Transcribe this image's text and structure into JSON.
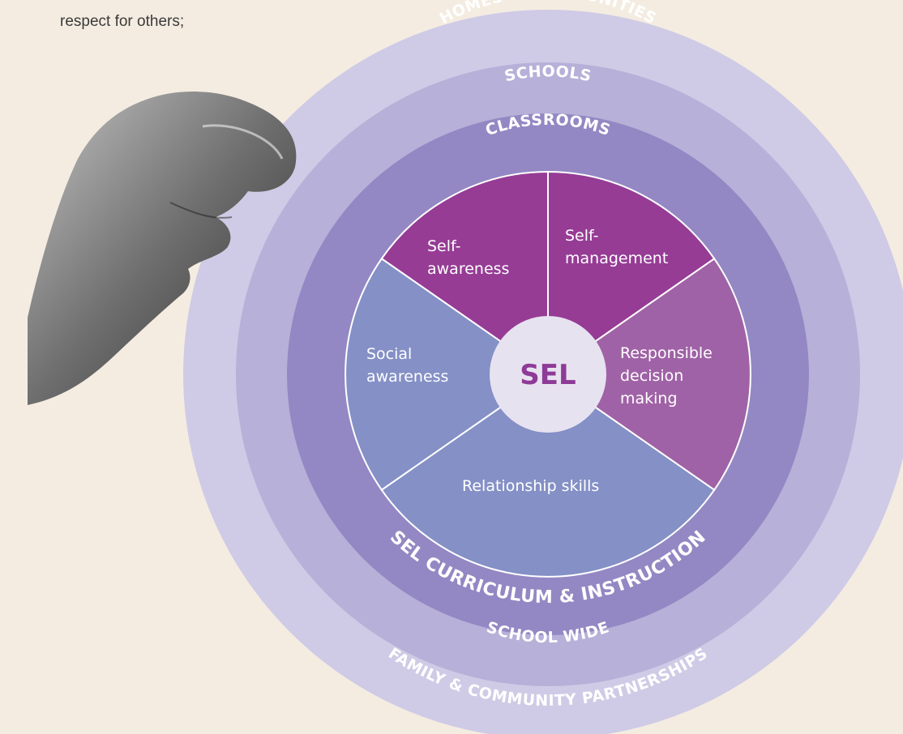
{
  "intro_fragment": "respect for others;",
  "rings": {
    "outer_top": "HOMES & COMMUNITIES",
    "outer_bottom": "FAMILY & COMMUNITY PARTNERSHIPS",
    "middle_top": "SCHOOLS",
    "middle_bottom": "SCHOOL WIDE",
    "inner_top": "CLASSROOMS",
    "inner_bottom": "SEL CURRICULUM & INSTRUCTION"
  },
  "center": {
    "label": "SEL"
  },
  "segments": {
    "self_awareness": [
      "Self-",
      "awareness"
    ],
    "self_management": [
      "Self-",
      "management"
    ],
    "responsible_decision": [
      "Responsible",
      "decision",
      "making"
    ],
    "relationship": [
      "Relationship skills"
    ],
    "social_awareness": [
      "Social",
      "awareness"
    ]
  },
  "colors": {
    "background": "#f4ece1",
    "ring_outer": "#cfcbe6",
    "ring_middle": "#b7b0d8",
    "ring_inner": "#9388c3",
    "segment_magenta": "#963c95",
    "segment_light_magenta": "#a062a6",
    "segment_blue": "#8490c6",
    "center_fill": "#e7e2f0",
    "sel_text": "#8e3a97"
  }
}
